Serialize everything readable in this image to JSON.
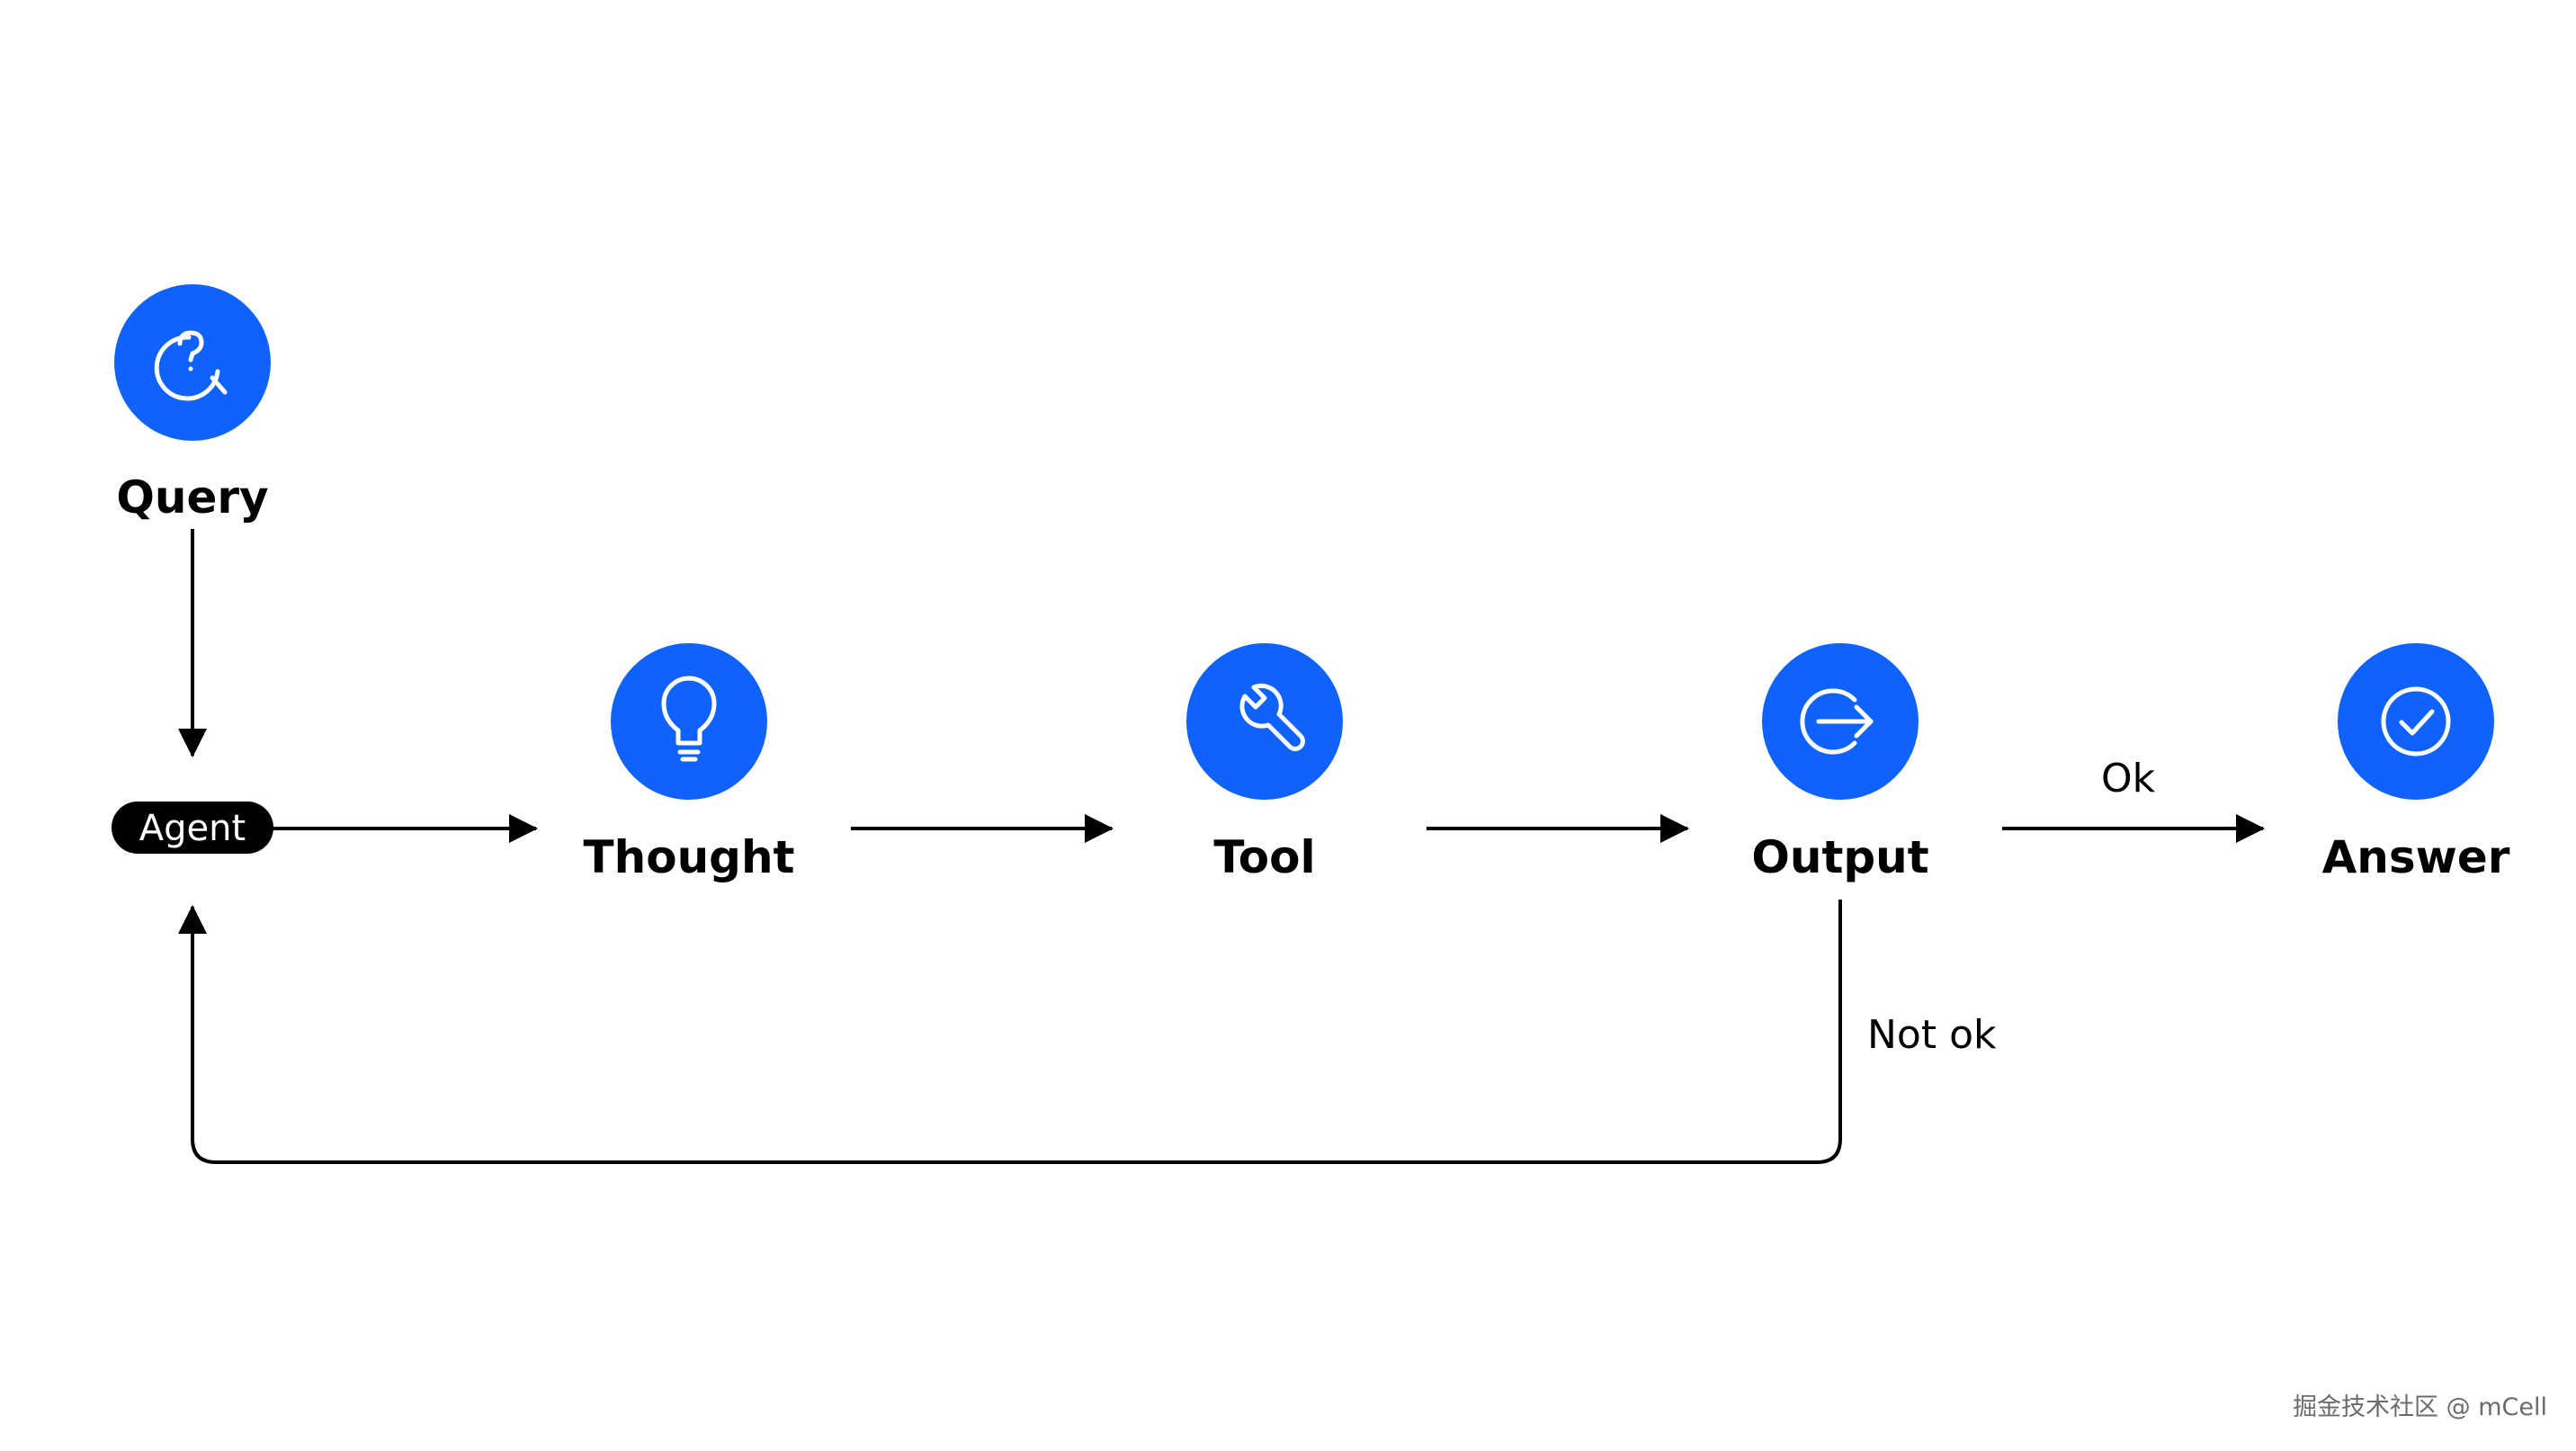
{
  "colors": {
    "node_fill": "#0f62fe",
    "agent_fill": "#000000",
    "edge": "#000000",
    "background": "#ffffff"
  },
  "nodes": {
    "query": {
      "label": "Query",
      "icon": "question-search-icon"
    },
    "thought": {
      "label": "Thought",
      "icon": "lightbulb-icon"
    },
    "tool": {
      "label": "Tool",
      "icon": "wrench-icon"
    },
    "output": {
      "label": "Output",
      "icon": "exit-arrow-icon"
    },
    "answer": {
      "label": "Answer",
      "icon": "checkmark-circle-icon"
    }
  },
  "agent": {
    "label": "Agent"
  },
  "edges": {
    "ok_label": "Ok",
    "not_ok_label": "Not ok"
  },
  "watermark": "掘金技术社区 @ mCell"
}
